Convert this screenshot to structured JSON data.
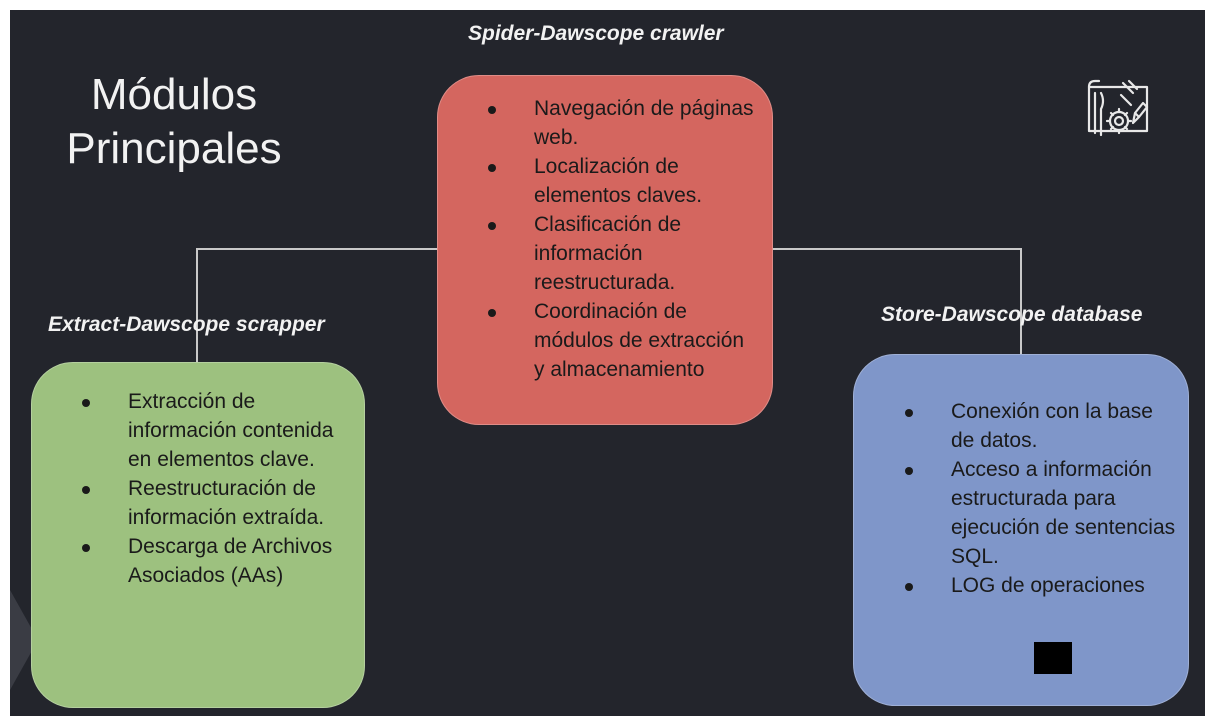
{
  "slide": {
    "title": "Módulos Principales",
    "background": "#23252c"
  },
  "modules": [
    {
      "id": "crawler",
      "title": "Spider-Dawscope crawler",
      "color": "#d4665f",
      "items": [
        "Navegación de páginas web.",
        "Localización de elementos claves.",
        "Clasificación de información reestructurada.",
        "Coordinación de módulos de extracción y almacenamiento"
      ]
    },
    {
      "id": "scrapper",
      "title": "Extract-Dawscope scrapper",
      "color": "#9dc17f",
      "items": [
        "Extracción de información contenida en elementos clave.",
        "Reestructuración de información extraída.",
        "Descarga de Archivos Asociados (AAs)"
      ]
    },
    {
      "id": "database",
      "title": "Store-Dawscope database",
      "color": "#7f96c9",
      "items": [
        "Conexión con la base de datos.",
        "Acceso a información estructurada para ejecución de sentencias SQL.",
        "LOG de operaciones"
      ]
    }
  ],
  "icons": {
    "top_right": "tools-settings-icon"
  }
}
